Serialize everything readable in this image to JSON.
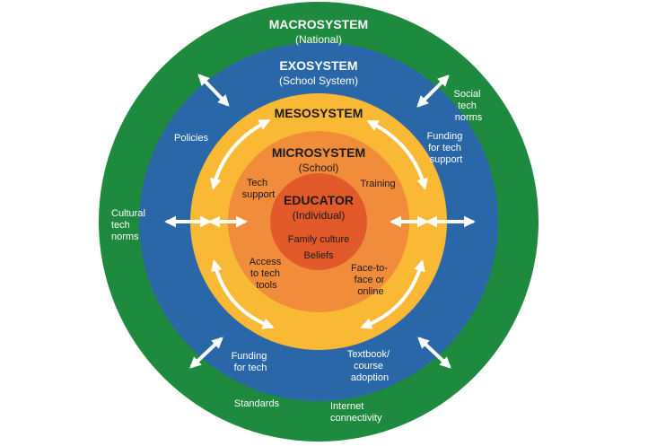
{
  "colors": {
    "macro": "#1e8a3d",
    "exo": "#2a67a8",
    "meso": "#f9b934",
    "micro": "#f08c3a",
    "educator": "#e25a2a",
    "arrow": "#ffffff",
    "dark_text": "#1a1a1a",
    "light_text": "#ffffff"
  },
  "rings": {
    "macro": {
      "title": "MACROSYSTEM",
      "subtitle": "(National)"
    },
    "exo": {
      "title": "EXOSYSTEM",
      "subtitle": "(School System)"
    },
    "meso": {
      "title": "MESOSYSTEM",
      "subtitle": ""
    },
    "micro": {
      "title": "MICROSYSTEM",
      "subtitle": "(School)"
    },
    "educator": {
      "title": "EDUCATOR",
      "subtitle": "(Individual)"
    }
  },
  "labels": {
    "macro": {
      "social_tech_norms": [
        "Social",
        "tech",
        "norms"
      ],
      "cultural_tech_norms": [
        "Cultural",
        "tech",
        "norms"
      ],
      "standards": [
        "Standards"
      ],
      "internet_connectivity": [
        "Internet",
        "connectivity"
      ]
    },
    "exo": {
      "policies": [
        "Policies"
      ],
      "funding_tech_support": [
        "Funding",
        "for tech",
        "support"
      ],
      "funding_tech": [
        "Funding",
        "for tech"
      ],
      "textbook_adoption": [
        "Textbook/",
        "course",
        "adoption"
      ]
    },
    "micro": {
      "tech_support": [
        "Tech",
        "support"
      ],
      "training": [
        "Training"
      ],
      "access_tools": [
        "Access",
        "to tech",
        "tools"
      ],
      "face_to_face": [
        "Face-to-",
        "face or",
        "online"
      ]
    },
    "educator": {
      "family_culture": [
        "Family culture"
      ],
      "beliefs": [
        "Beliefs"
      ]
    }
  }
}
